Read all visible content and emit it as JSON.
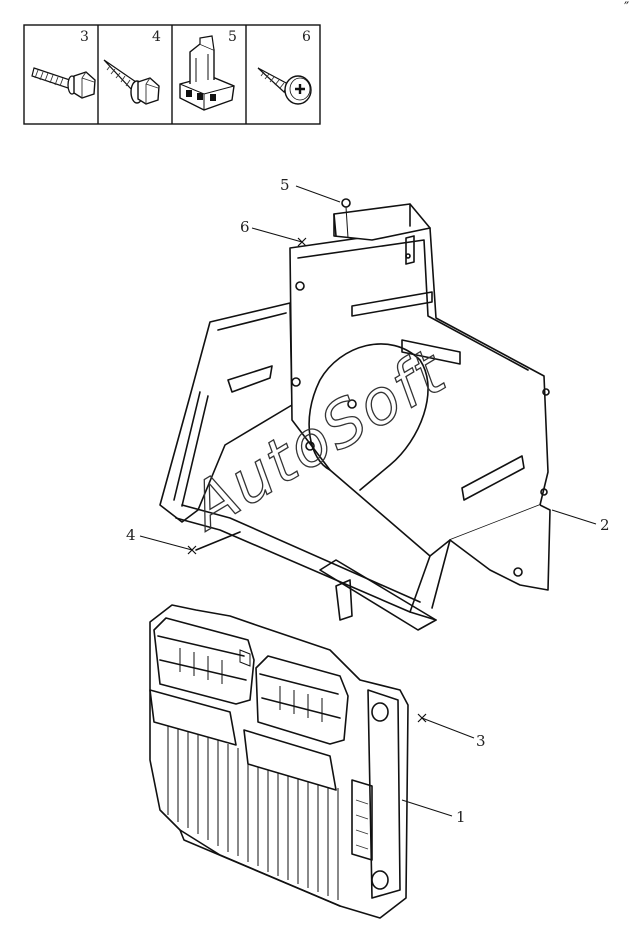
{
  "watermark": "AutoSoft",
  "corner_mark": "″",
  "thumbnails": [
    {
      "num": "3",
      "icon": "hex-flange-bolt-icon"
    },
    {
      "num": "4",
      "icon": "tapping-screw-icon"
    },
    {
      "num": "5",
      "icon": "clip-nut-icon"
    },
    {
      "num": "6",
      "icon": "phillips-screw-icon"
    }
  ],
  "callouts": [
    {
      "num": "5",
      "part": "clip-nut"
    },
    {
      "num": "6",
      "part": "phillips-screw"
    },
    {
      "num": "4",
      "part": "tapping-screw"
    },
    {
      "num": "2",
      "part": "ecu-bracket"
    },
    {
      "num": "3",
      "part": "hex-flange-bolt"
    },
    {
      "num": "1",
      "part": "engine-control-unit"
    }
  ],
  "colors": {
    "line": "#111111",
    "background": "#ffffff"
  }
}
